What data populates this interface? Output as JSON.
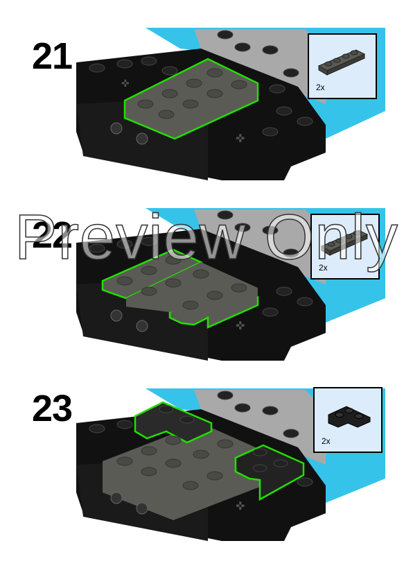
{
  "steps": [
    {
      "number": "21",
      "parts_count": "2x",
      "part_icon": "plate-1x4-icon"
    },
    {
      "number": "22",
      "parts_count": "2x",
      "part_icon": "plate-1x4-icon"
    },
    {
      "number": "23",
      "parts_count": "2x",
      "part_icon": "plate-2x2-corner-icon"
    }
  ],
  "watermark": "Preview Only",
  "colors": {
    "black_brick": "#111111",
    "dark_gray_plate": "#5b5b55",
    "light_gray": "#a9a9a9",
    "azure": "#36c3ea",
    "highlight_green": "#22e000",
    "parts_bg": "#dcecfb"
  }
}
